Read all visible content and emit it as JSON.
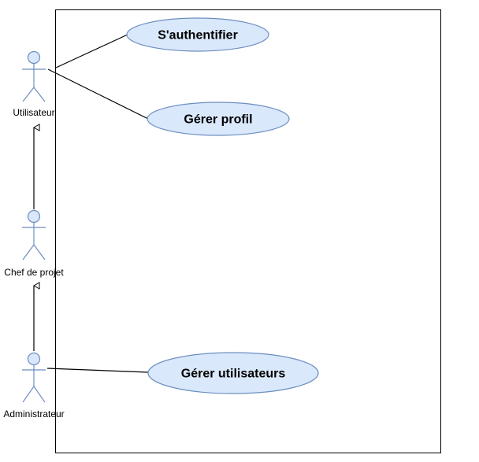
{
  "colors": {
    "actor_stroke": "#6c8ebf",
    "actor_fill": "#dae8fc",
    "usecase_fill": "#dae8fc",
    "usecase_stroke": "#6c8ebf",
    "line": "#000000"
  },
  "actors": [
    {
      "id": "utilisateur",
      "label": "Utilisateur"
    },
    {
      "id": "chef",
      "label": "Chef de projet"
    },
    {
      "id": "admin",
      "label": "Administrateur"
    }
  ],
  "usecases": [
    {
      "id": "auth",
      "label": "S'authentifier"
    },
    {
      "id": "profil",
      "label": "Gérer profil"
    },
    {
      "id": "users",
      "label": "Gérer utilisateurs"
    }
  ]
}
